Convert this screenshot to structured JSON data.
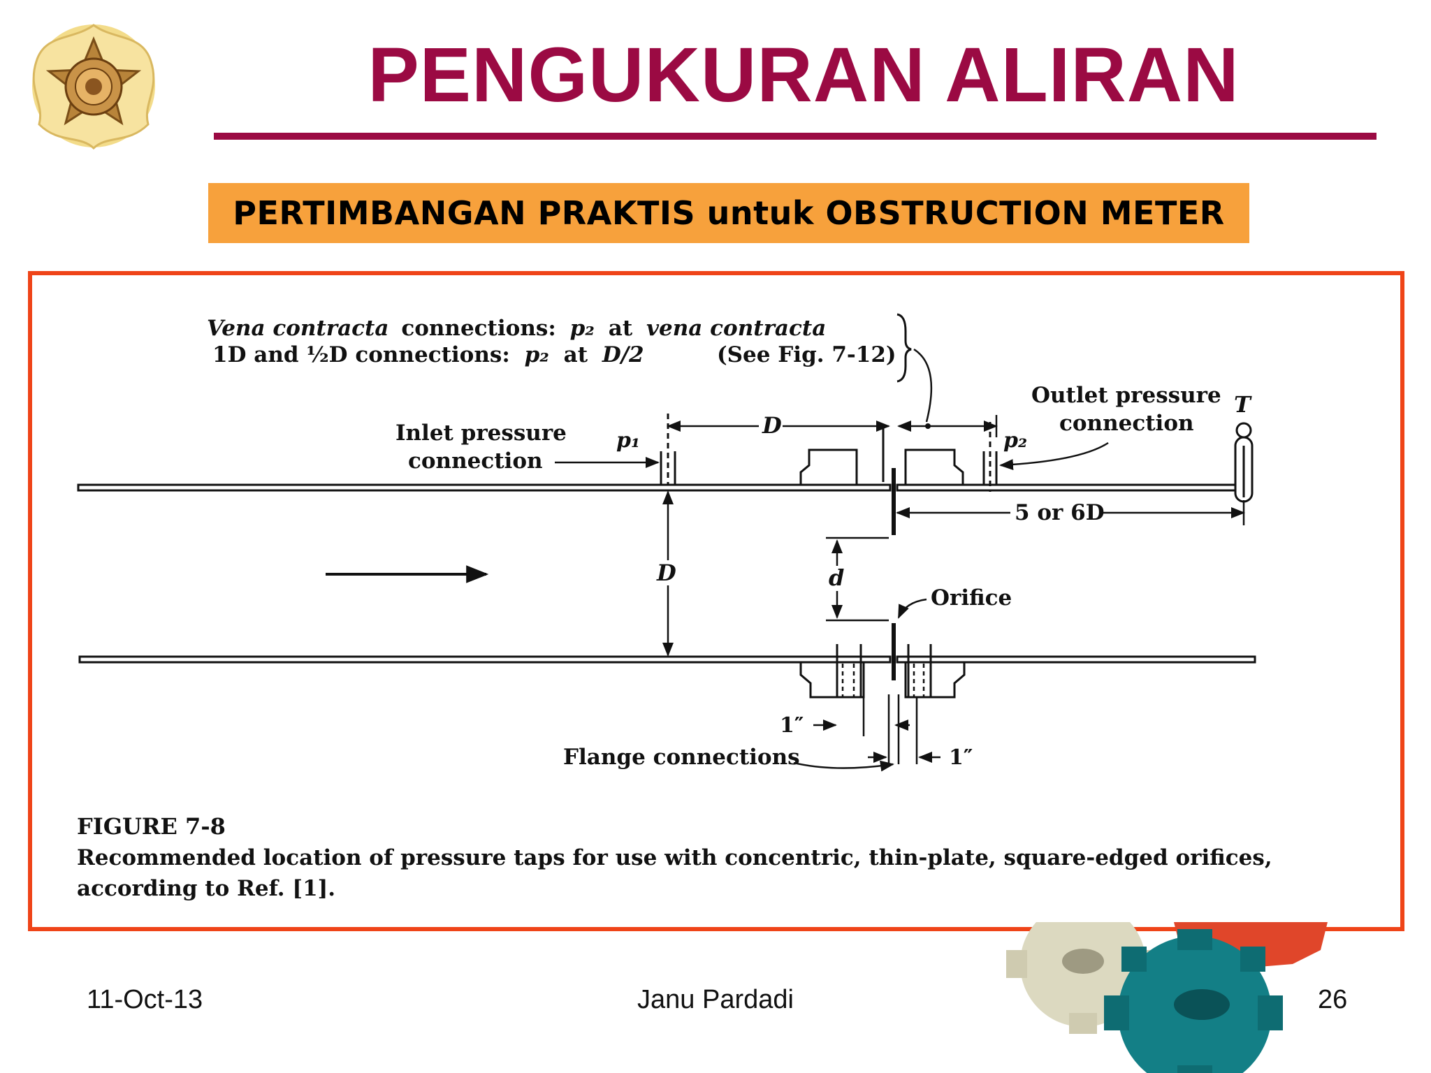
{
  "slide": {
    "title": "PENGUKURAN ALIRAN",
    "subtitle": "PERTIMBANGAN PRAKTIS untuk OBSTRUCTION METER"
  },
  "figure": {
    "vena_line_a": "Vena contracta",
    "vena_line_b": "connections:",
    "vena_line_c": "p₂",
    "vena_line_d": "at",
    "vena_line_e": "vena contracta",
    "halfd_line_a": "1D and ½D connections:",
    "halfd_line_b": "p₂",
    "halfd_line_c": "at",
    "halfd_line_d": "D/2",
    "see_fig": "(See Fig. 7-12)",
    "inlet_label_1": "Inlet pressure",
    "inlet_label_2": "connection",
    "p1": "p₁",
    "p2": "p₂",
    "d_upper": "D",
    "outlet_label_1": "Outlet pressure",
    "outlet_label_2": "connection",
    "t_label": "T",
    "five_six_d": "5 or 6D",
    "d_pipe": "D",
    "d_small": "d",
    "orifice": "Orifice",
    "one_inch_left": "1″",
    "one_inch_right": "1″",
    "flange": "Flange connections",
    "caption_title": "FIGURE 7-8",
    "caption_line1": "Recommended location of pressure taps for use with concentric, thin-plate, square-edged orifices,",
    "caption_line2": "according to Ref. [1]."
  },
  "footer": {
    "date": "11-Oct-13",
    "author": "Janu Pardadi",
    "page": "26"
  },
  "colors": {
    "title": "#9b0a43",
    "subtitle_bg": "#f7a13c",
    "figure_border": "#ef4418"
  }
}
